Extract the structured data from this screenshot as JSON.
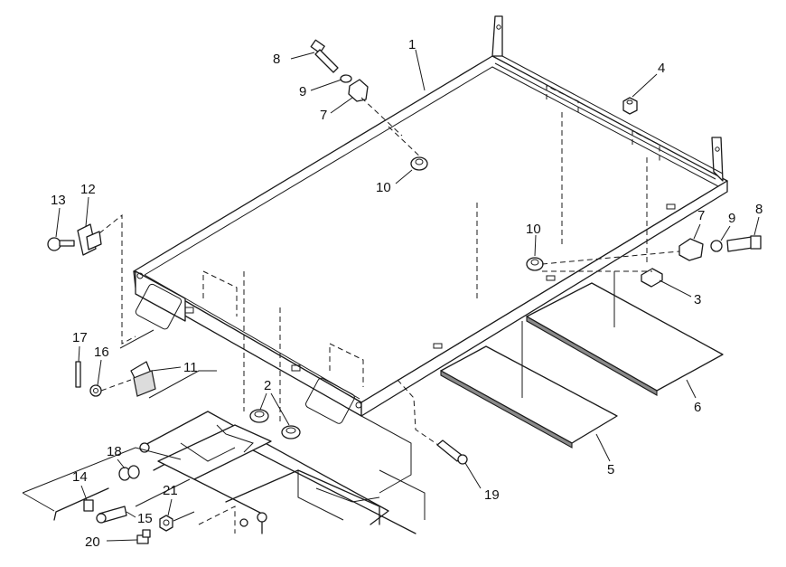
{
  "colors": {
    "line": "#1a1a1a",
    "background": "#ffffff",
    "shade": "#8a8a8a"
  },
  "callouts": {
    "c1": "1",
    "c2": "2",
    "c3": "3",
    "c4": "4",
    "c5": "5",
    "c6": "6",
    "c7a": "7",
    "c7b": "7",
    "c8a": "8",
    "c8b": "8",
    "c9a": "9",
    "c9b": "9",
    "c10a": "10",
    "c10b": "10",
    "c11": "11",
    "c12": "12",
    "c13": "13",
    "c14": "14",
    "c15": "15",
    "c16": "16",
    "c17": "17",
    "c18": "18",
    "c19": "19",
    "c20": "20",
    "c21": "21"
  }
}
